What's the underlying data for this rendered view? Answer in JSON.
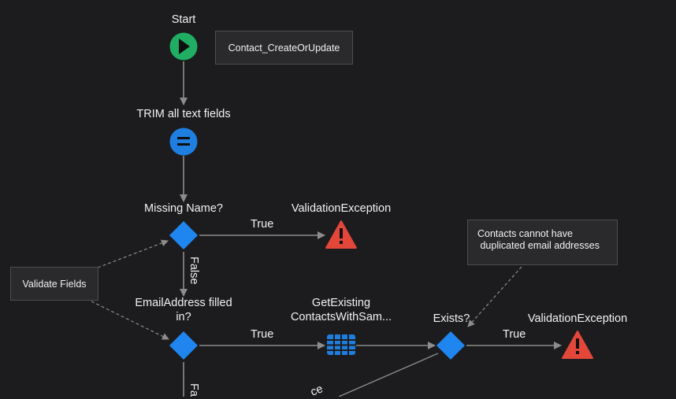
{
  "nodes": {
    "start": {
      "label": "Start"
    },
    "trim": {
      "label": "TRIM all text fields"
    },
    "missing_name": {
      "label": "Missing Name?"
    },
    "validation_exception_1": {
      "label": "ValidationException"
    },
    "email_filled": {
      "label": "EmailAddress filled\nin?"
    },
    "get_existing": {
      "label": "GetExisting\nContactsWithSam..."
    },
    "exists": {
      "label": "Exists?"
    },
    "validation_exception_2": {
      "label": "ValidationException"
    }
  },
  "edges": {
    "missing_name_true": "True",
    "missing_name_false": "False",
    "email_true": "True",
    "exists_true": "True",
    "email_false_partial": "Fa",
    "partial_bottom": "ce"
  },
  "comments": {
    "action_name": "Contact_CreateOrUpdate",
    "validate_fields": "Validate Fields",
    "contacts_note": "Contacts cannot have\n duplicated email addresses"
  },
  "colors": {
    "background": "#1c1c1e",
    "start_green": "#1fae63",
    "assign_blue": "#1f7fe0",
    "decision_blue": "#1f86f0",
    "aggregate_blue": "#1f7fe0",
    "exception_red": "#e2473a",
    "connector": "#8c8c8c"
  },
  "icons": {
    "start": "play-icon",
    "trim": "equals-icon",
    "decision": "diamond-icon",
    "aggregate": "table-icon",
    "exception": "warning-triangle-icon"
  }
}
